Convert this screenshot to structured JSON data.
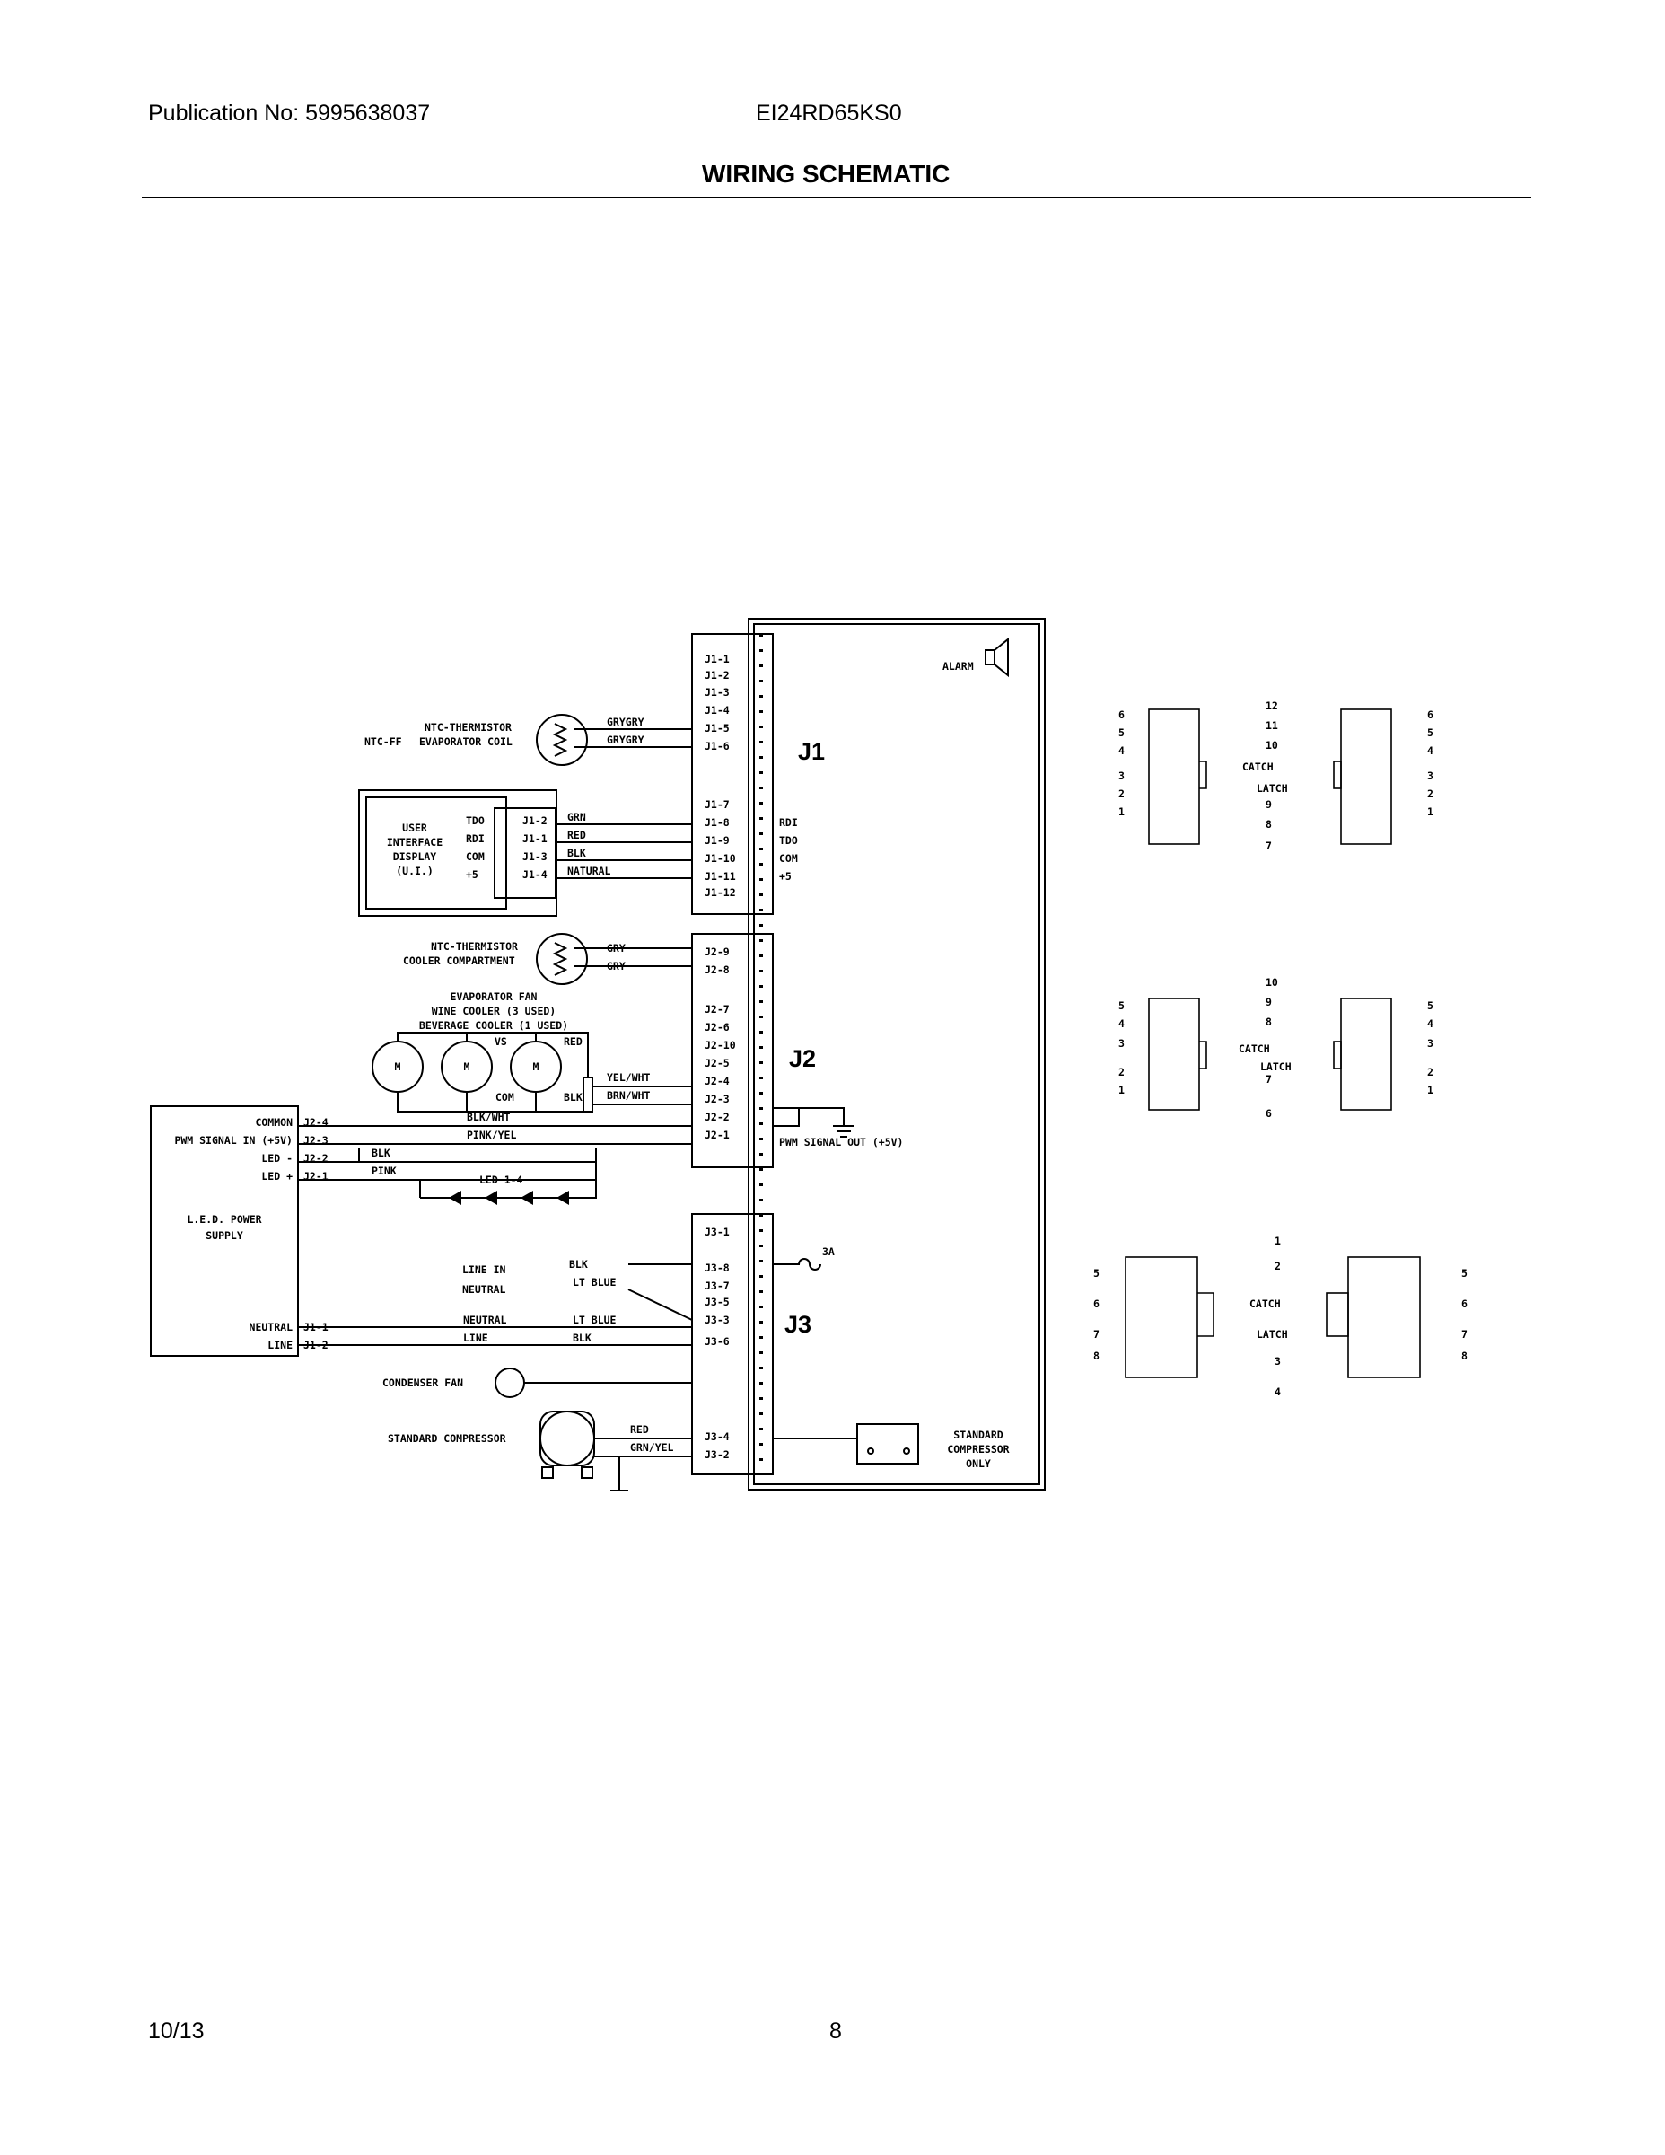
{
  "header": {
    "publication": "Publication No: 5995638037",
    "model": "EI24RD65KS0",
    "title": "WIRING SCHEMATIC"
  },
  "footer": {
    "date": "10/13",
    "page": "8"
  },
  "schematic": {
    "j1_pins": [
      "J1-1",
      "J1-2",
      "J1-3",
      "J1-4",
      "J1-5",
      "J1-6",
      "J1-7",
      "J1-8",
      "J1-9",
      "J1-10",
      "J1-11",
      "J1-12"
    ],
    "j2_pins": [
      "J2-9",
      "J2-8",
      "J2-7",
      "J2-6",
      "J2-10",
      "J2-5",
      "J2-4",
      "J2-3",
      "J2-2",
      "J2-1"
    ],
    "j3_pins": [
      "J3-1",
      "J3-8",
      "J3-7",
      "J3-5",
      "J3-3",
      "J3-6",
      "J3-4",
      "J3-2"
    ],
    "j1_label": "J1",
    "j2_label": "J2",
    "j3_label": "J3",
    "alarm": "ALARM",
    "ntc_evap": [
      "NTC-THERMISTOR",
      "EVAPORATOR COIL"
    ],
    "ntc_ff": "NTC-FF",
    "grygry": "GRYGRY",
    "ui_box": [
      "USER",
      "INTERFACE",
      "DISPLAY",
      "(U.I.)"
    ],
    "ui_signals": [
      "TDO",
      "RDI",
      "COM",
      "+5"
    ],
    "ui_pins": [
      "J1-2",
      "J1-1",
      "J1-3",
      "J1-4"
    ],
    "ui_wires": [
      "GRN",
      "RED",
      "BLK",
      "NATURAL"
    ],
    "j1_right_signals": [
      "RDI",
      "TDO",
      "COM",
      "+5"
    ],
    "ntc_cooler": [
      "NTC-THERMISTOR",
      "COOLER COMPARTMENT"
    ],
    "gry": "GRY",
    "evap_fan": [
      "EVAPORATOR FAN",
      "WINE COOLER (3 USED)",
      "BEVERAGE COOLER (1 USED)"
    ],
    "motor": "M",
    "vs": "VS",
    "red": "RED",
    "com": "COM",
    "blk": "BLK",
    "yel_wht": "YEL/WHT",
    "brn_wht": "BRN/WHT",
    "led_supply_signals": [
      "COMMON",
      "PWM SIGNAL IN (+5V)",
      "LED -",
      "LED +"
    ],
    "led_supply_pins": [
      "J2-4",
      "J2-3",
      "J2-2",
      "J2-1"
    ],
    "blk_wht": "BLK/WHT",
    "pink_yel": "PINK/YEL",
    "pink": "PINK",
    "led_label": "LED 1-4",
    "led_supply": [
      "L.E.D. POWER",
      "SUPPLY"
    ],
    "pwm_out": "PWM SIGNAL OUT (+5V)",
    "neutral": "NEUTRAL",
    "line": "LINE",
    "supply_lower_pins": [
      "J1-1",
      "J1-2"
    ],
    "line_in": "LINE IN",
    "lt_blue": "LT BLUE",
    "fuse": "3A",
    "condenser_fan": "CONDENSER FAN",
    "std_compressor": "STANDARD COMPRESSOR",
    "grn_yel": "GRN/YEL",
    "std_comp_only": [
      "STANDARD",
      "COMPRESSOR",
      "ONLY"
    ],
    "catch": "CATCH",
    "latch": "LATCH",
    "conn12": {
      "left": [
        "6",
        "5",
        "4",
        "3",
        "2",
        "1"
      ],
      "mid": [
        "12",
        "11",
        "10",
        "9",
        "8",
        "7"
      ],
      "right": [
        "6",
        "5",
        "4",
        "3",
        "2",
        "1"
      ]
    },
    "conn10": {
      "left": [
        "5",
        "4",
        "3",
        "2",
        "1"
      ],
      "mid": [
        "10",
        "9",
        "8",
        "7",
        "6"
      ],
      "right": [
        "5",
        "4",
        "3",
        "2",
        "1"
      ]
    },
    "conn8": {
      "left": [
        "5",
        "6",
        "7",
        "8"
      ],
      "mid": [
        "1",
        "2",
        "3",
        "4"
      ],
      "right": [
        "5",
        "6",
        "7",
        "8"
      ]
    }
  }
}
